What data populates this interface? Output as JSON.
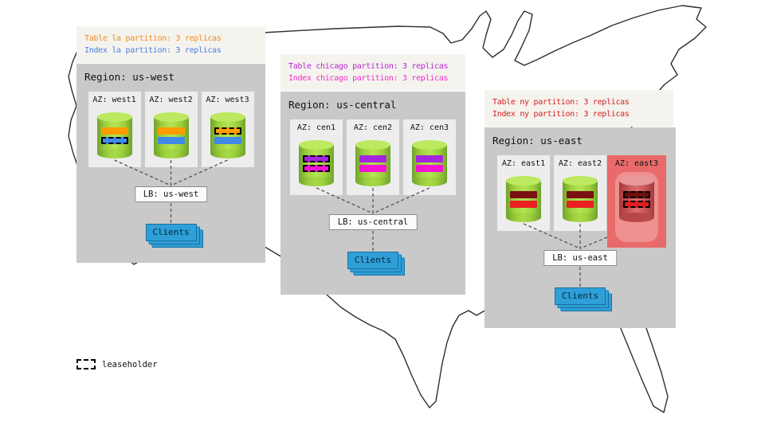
{
  "colors": {
    "region_bg": "#c9c9c9",
    "az_bg": "#ededed",
    "failed_az_bg": "#e96a6a",
    "clients_blue": "#2f9fd8",
    "cylinder_green": "#9ccf3d",
    "cylinder_red": "#cc5b5b"
  },
  "legend": {
    "label": "leaseholder"
  },
  "regions": [
    {
      "name": "us-west",
      "title": "Region: us-west",
      "note": {
        "lines": [
          {
            "text": "Table la partition: 3 replicas",
            "color": "#f08c1e"
          },
          {
            "text": "Index la partition: 3 replicas",
            "color": "#4a7de1"
          }
        ]
      },
      "azs": [
        {
          "label": "AZ: west1",
          "failed": false,
          "bars": [
            {
              "color": "#ff9d00",
              "dashed": false
            },
            {
              "color": "#4189e8",
              "dashed": true
            }
          ]
        },
        {
          "label": "AZ: west2",
          "failed": false,
          "bars": [
            {
              "color": "#ff9d00",
              "dashed": false
            },
            {
              "color": "#4189e8",
              "dashed": false
            }
          ]
        },
        {
          "label": "AZ: west3",
          "failed": false,
          "bars": [
            {
              "color": "#ff9d00",
              "dashed": true
            },
            {
              "color": "#4189e8",
              "dashed": false
            }
          ]
        }
      ],
      "lb": "LB: us-west",
      "clients": "Clients"
    },
    {
      "name": "us-central",
      "title": "Region: us-central",
      "note": {
        "lines": [
          {
            "text": "Table chicago partition: 3 replicas",
            "color": "#bb1fd6"
          },
          {
            "text": "Index chicago partition: 3 replicas",
            "color": "#f32bd1"
          }
        ]
      },
      "azs": [
        {
          "label": "AZ: cen1",
          "failed": false,
          "bars": [
            {
              "color": "#a524e0",
              "dashed": true
            },
            {
              "color": "#f413d4",
              "dashed": true
            }
          ]
        },
        {
          "label": "AZ: cen2",
          "failed": false,
          "bars": [
            {
              "color": "#a524e0",
              "dashed": false
            },
            {
              "color": "#f413d4",
              "dashed": false
            }
          ]
        },
        {
          "label": "AZ: cen3",
          "failed": false,
          "bars": [
            {
              "color": "#a524e0",
              "dashed": false
            },
            {
              "color": "#f413d4",
              "dashed": false
            }
          ]
        }
      ],
      "lb": "LB: us-central",
      "clients": "Clients"
    },
    {
      "name": "us-east",
      "title": "Region: us-east",
      "note": {
        "lines": [
          {
            "text": "Table ny partition: 3 replicas",
            "color": "#d62020"
          },
          {
            "text": "Index ny partition: 3 replicas",
            "color": "#d62020"
          }
        ]
      },
      "azs": [
        {
          "label": "AZ: east1",
          "failed": false,
          "bars": [
            {
              "color": "#7a1010",
              "dashed": false
            },
            {
              "color": "#e82020",
              "dashed": false
            }
          ]
        },
        {
          "label": "AZ: east2",
          "failed": false,
          "bars": [
            {
              "color": "#7a1010",
              "dashed": false
            },
            {
              "color": "#e82020",
              "dashed": false
            }
          ]
        },
        {
          "label": "AZ: east3",
          "failed": true,
          "bars": [
            {
              "color": "#6b0f0f",
              "dashed": true
            },
            {
              "color": "#e01f1f",
              "dashed": true
            }
          ]
        }
      ],
      "lb": "LB: us-east",
      "clients": "Clients"
    }
  ]
}
